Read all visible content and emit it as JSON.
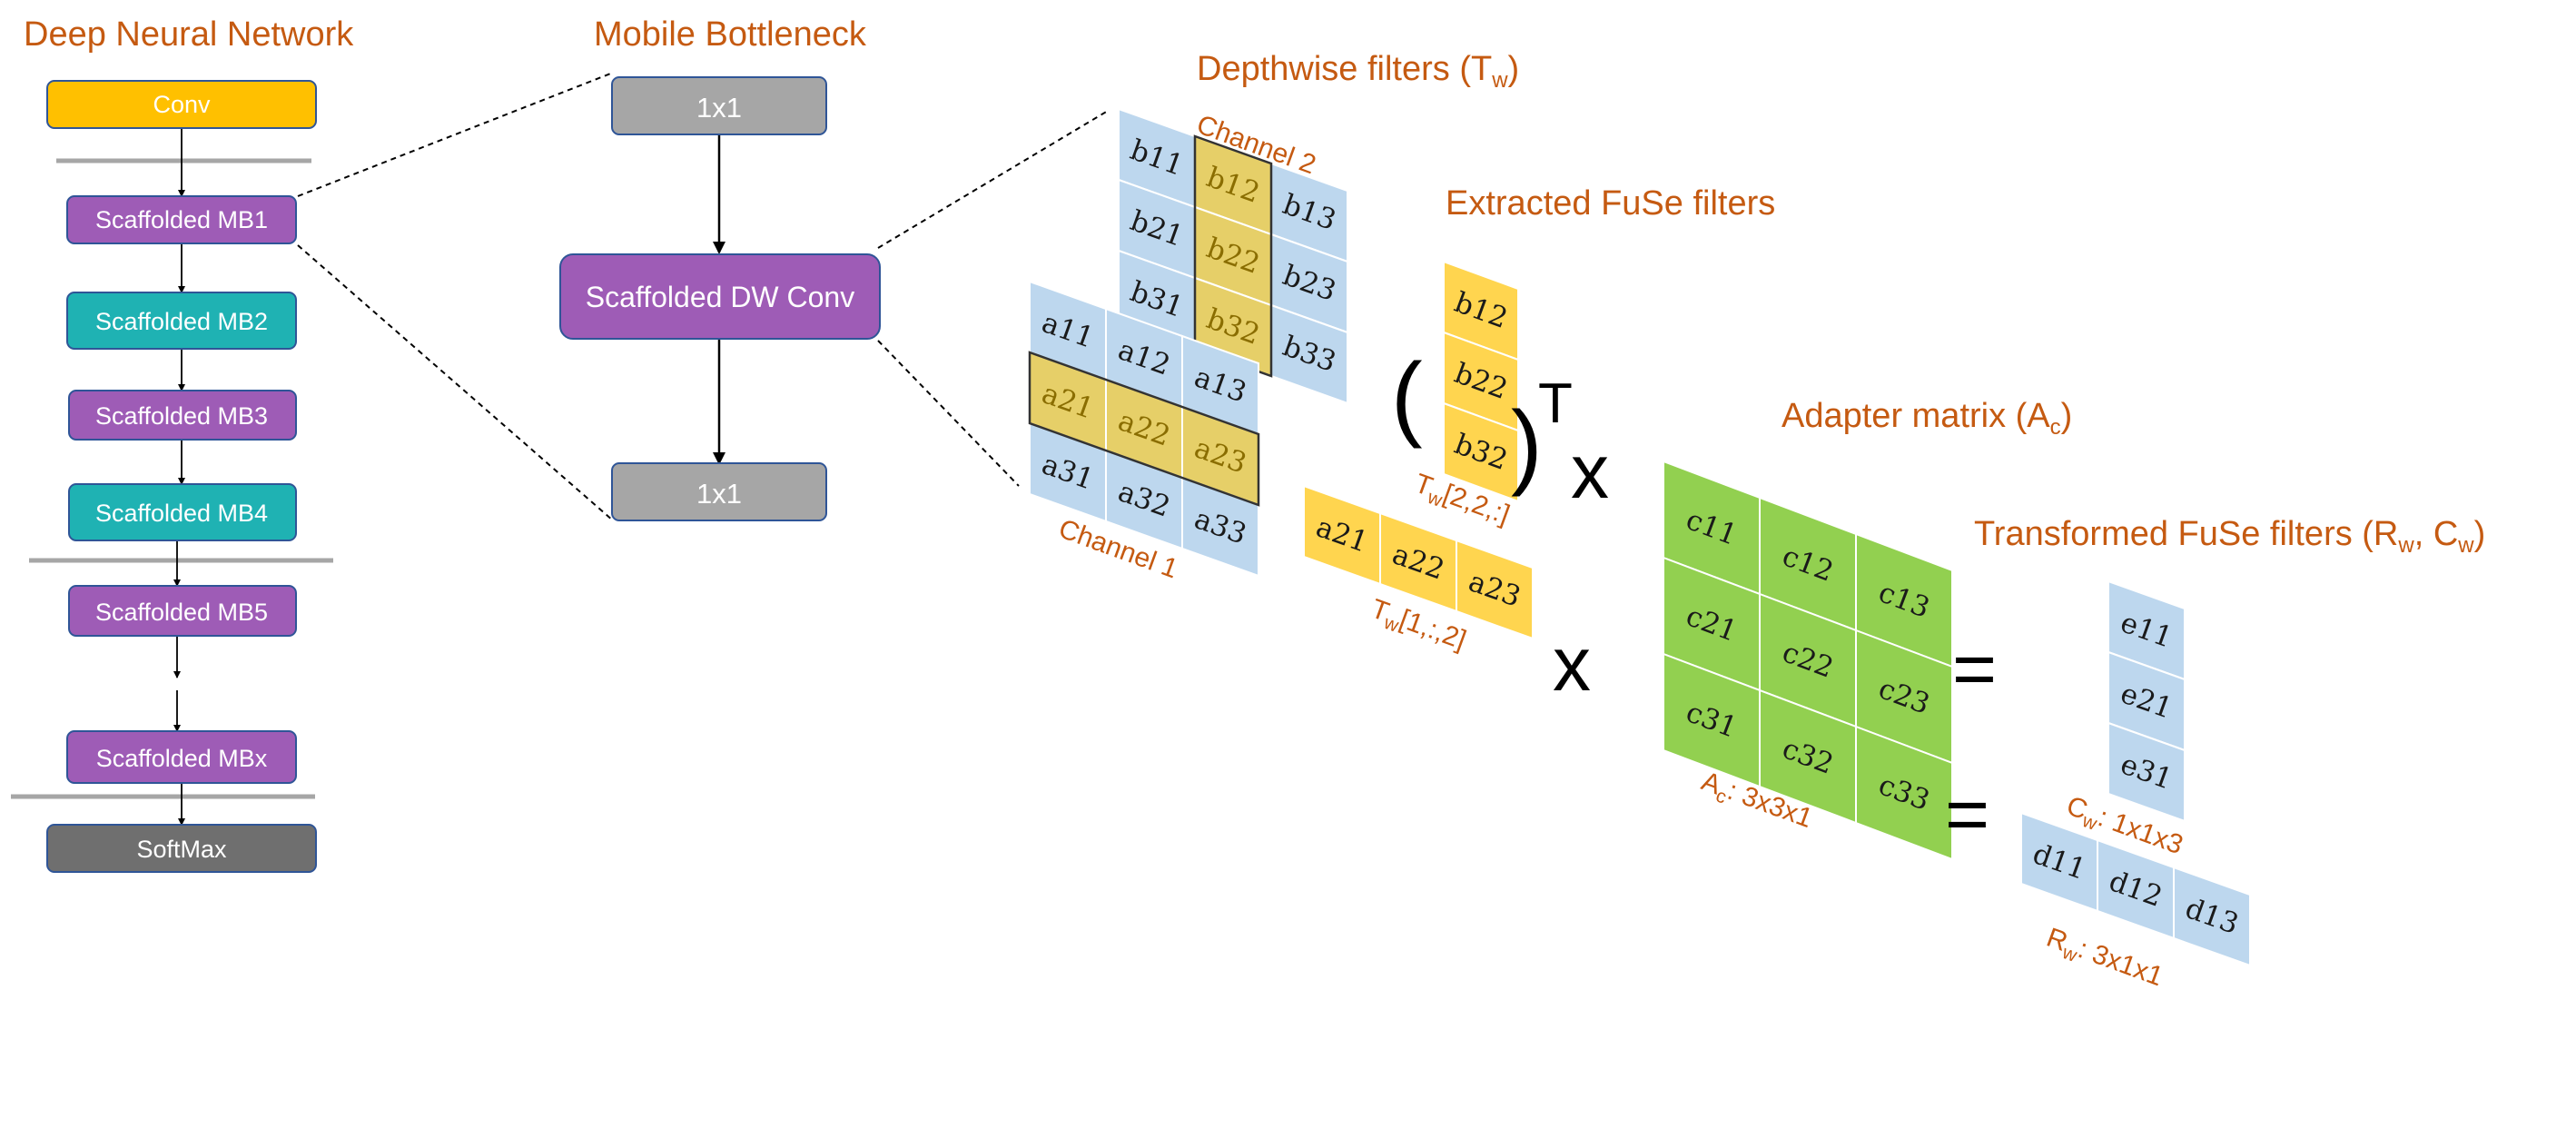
{
  "titles": {
    "dnn": "Deep Neural Network",
    "mobile_bottleneck": "Mobile Bottleneck",
    "depthwise": "Depthwise filters (T",
    "depthwise_sub": "w",
    "depthwise_end": ")",
    "extracted": "Extracted FuSe filters",
    "adapter": "Adapter matrix (A",
    "adapter_sub": "c",
    "adapter_end": ")",
    "transformed": "Transformed FuSe filters (R",
    "transformed_sub1": "w",
    "transformed_mid": ", C",
    "transformed_sub2": "w",
    "transformed_end": ")"
  },
  "network": {
    "layers": [
      "Conv",
      "Scaffolded MB1",
      "Scaffolded MB2",
      "Scaffolded MB3",
      "Scaffolded MB4",
      "Scaffolded MB5",
      "Scaffolded MBx",
      "SoftMax"
    ]
  },
  "bottleneck": {
    "top": "1x1",
    "middle": "Scaffolded DW Conv",
    "bottom": "1x1"
  },
  "channel_labels": {
    "channel2": "Channel 2",
    "channel1": "Channel 1"
  },
  "cells": {
    "b": [
      [
        "b11",
        "b12",
        "b13"
      ],
      [
        "b21",
        "b22",
        "b23"
      ],
      [
        "b31",
        "b32",
        "b33"
      ]
    ],
    "a": [
      [
        "a11",
        "a12",
        "a13"
      ],
      [
        "a21",
        "a22",
        "a23"
      ],
      [
        "a31",
        "a32",
        "a33"
      ]
    ],
    "col_b": [
      "b12",
      "b22",
      "b32"
    ],
    "row_a": [
      "a21",
      "a22",
      "a23"
    ],
    "c": [
      [
        "c11",
        "c12",
        "c13"
      ],
      [
        "c21",
        "c22",
        "c23"
      ],
      [
        "c31",
        "c32",
        "c33"
      ]
    ],
    "e": [
      "e11",
      "e21",
      "e31"
    ],
    "d": [
      "d11",
      "d12",
      "d13"
    ]
  },
  "operators": {
    "open_paren": "(",
    "close_paren": ")",
    "transpose": "T",
    "times": "x",
    "equals": "="
  },
  "captions": {
    "tw_col": "T",
    "tw_col_sub": "w",
    "tw_col_idx": "[2,2,:]",
    "tw_row": "T",
    "tw_row_sub": "w",
    "tw_row_idx": "[1,:,2]",
    "ac": "A",
    "ac_sub": "c",
    "ac_dim": ": 3x3x1",
    "cw": "C",
    "cw_sub": "w",
    "cw_dim": ": 1x1x3",
    "rw": "R",
    "rw_sub": "w",
    "rw_dim": ": 3x1x1"
  },
  "colors": {
    "accent": "#c55a11",
    "conv_box": "#ffc000",
    "purple_box": "#9e5cb6",
    "teal_box": "#1fb2b3",
    "gray_box": "#a6a6a6",
    "softmax_box": "#6f6f6f",
    "blue_cell": "#bdd7ee",
    "yellow_cell": "#ffd54f",
    "highlight_cell": "#e6cf68",
    "green_cell": "#92d050"
  }
}
